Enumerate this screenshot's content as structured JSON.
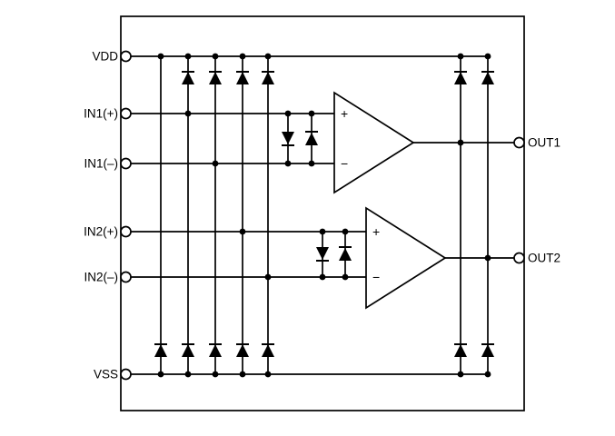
{
  "diagram": {
    "type": "dual-opamp-esd-block-diagram",
    "pins_left": [
      {
        "label": "VDD"
      },
      {
        "label": "IN1(+)"
      },
      {
        "label": "IN1(–)"
      },
      {
        "label": "IN2(+)"
      },
      {
        "label": "IN2(–)"
      },
      {
        "label": "VSS"
      }
    ],
    "pins_right": [
      {
        "label": "OUT1"
      },
      {
        "label": "OUT2"
      }
    ],
    "opamps": [
      {
        "noninverting": "+",
        "inverting": "−"
      },
      {
        "noninverting": "+",
        "inverting": "−"
      }
    ],
    "colors": {
      "wire": "#000000",
      "background": "#ffffff"
    }
  }
}
